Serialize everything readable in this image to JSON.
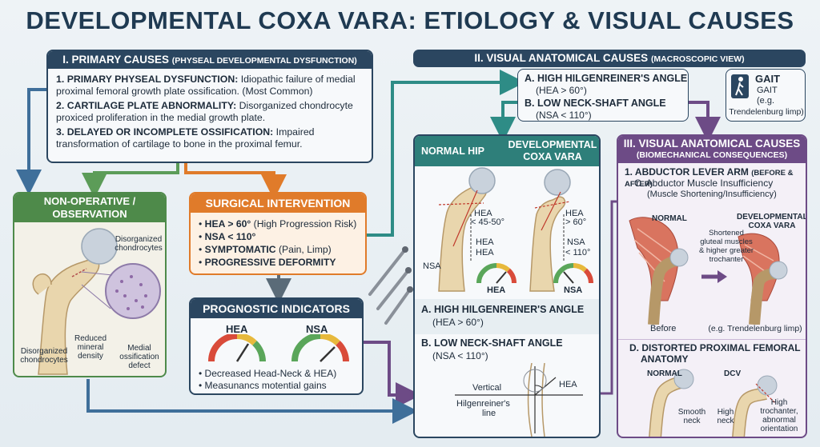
{
  "title": "DEVELOPMENTAL COXA VARA: ETIOLOGY & VISUAL CAUSES",
  "primary": {
    "header": "I. PRIMARY CAUSES",
    "header_sub": "(PHYSEAL DEVELOPMENTAL DYSFUNCTION)",
    "items": [
      {
        "num": "1.",
        "bold": "PRIMARY PHYSEAL DYSFUNCTION:",
        "text": " Idiopathic failure of medial proximal femoral growth plate ossification. (Most Common)"
      },
      {
        "num": "2.",
        "bold": "CARTILAGE PLATE ABNORMALITY:",
        "text": " Disorganized chondrocyte proxiced proliferation in the medial growth plate."
      },
      {
        "num": "3.",
        "bold": "DELAYED OR INCOMPLETE OSSIFICATION:",
        "text": " Impaired transformation of cartilage to bone in the proximal femur."
      }
    ]
  },
  "nonop": {
    "header_line1": "NON-OPERATIVE /",
    "header_line2": "OBSERVATION",
    "label_disorg1": "Disorganized chondrocytes",
    "label_disorg2": "Disorganized chondrocytes",
    "label_mineral": "Reduced mineral density",
    "label_medial": "Medial ossification defect"
  },
  "surgical": {
    "header": "SURGICAL INTERVENTION",
    "items": [
      {
        "bold": "HEA > 60°",
        "text": " (High Progression Risk)"
      },
      {
        "bold": "NSA < 110°",
        "text": ""
      },
      {
        "bold": "SYMPTOMATIC",
        "text": " (Pain, Limp)"
      },
      {
        "bold": "PROGRESSIVE DEFORMITY",
        "text": ""
      }
    ]
  },
  "prognostic": {
    "header": "PROGNOSTIC INDICATORS",
    "gauge1": "HEA",
    "gauge2": "NSA",
    "bullets": [
      "Decreased Head-Neck & HEA)",
      "Measunancs motential gains"
    ]
  },
  "visual": {
    "header": "II. VISUAL ANATOMICAL CAUSES",
    "header_sub": "(MACROSCOPIC VIEW)",
    "callout_a": "A. HIGH HILGENREINER'S ANGLE",
    "callout_a_sub": "(HEA > 60°)",
    "callout_b": "B. LOW NECK-SHAFT ANGLE",
    "callout_b_sub": "(NSA < 110°)",
    "gait_title": "GAIT",
    "gait_sub1": "GAIT",
    "gait_sub2": "(e.g.",
    "gait_sub3": "Trendelenburg limp)"
  },
  "middle": {
    "tab_normal": "NORMAL HIP",
    "tab_dcv_line1": "DEVELOPMENTAL",
    "tab_dcv_line2": "COXA VARA",
    "hea_normal_1": "HEA",
    "hea_normal_2": "< 45-50°",
    "hea_normal_3": "HEA",
    "hea_normal_4": "HEA",
    "nsa_left": "NSA",
    "hea_dcv_1": "HEA",
    "hea_dcv_2": "> 60°",
    "nsa_dcv_1": "NSA",
    "nsa_dcv_2": "< 110°",
    "gauge_hea": "HEA",
    "gauge_nsa": "NSA",
    "a_title": "A. HIGH HILGENREINER'S ANGLE",
    "a_sub": "(HEA > 60°)",
    "b_title": "B. LOW NECK-SHAFT ANGLE",
    "b_sub": "(NSA < 110°)",
    "vertical": "Vertical",
    "hilgen_line1": "Hilgenreiner's",
    "hilgen_line2": "line",
    "hea_small": "HEA"
  },
  "biomech": {
    "header": "III. VISUAL ANATOMICAL CAUSES",
    "header_sub": "(BIOMECHANICAL CONSEQUENCES)",
    "item1": "1. ABDUCTOR LEVER ARM",
    "item1_sub": "(BEFORE & AFTER)",
    "item_c": "C. Abductor Muscle Insufficiency",
    "item_c_sub": "(Muscle Shortening/Insufficiency)",
    "normal": "NORMAL",
    "dcv_line1": "DEVELOPMENTAL",
    "dcv_line2": "COXA VARA",
    "shortened": "Shortened gluteal muscles & higher greater trochanter",
    "before": "Before",
    "trend": "(e.g. Trendelenburg limp)",
    "item_d_line1": "D. DISTORTED PROXIMAL FEMORAL",
    "item_d_line2": "ANATOMY",
    "normal2": "NORMAL",
    "dcv": "DCV",
    "smooth": "Smooth neck",
    "high": "High neck",
    "high_troch": "High trochanter, abnormal orientation"
  },
  "colors": {
    "navy": "#2b4660",
    "green": "#4e8a4a",
    "orange": "#e07b2a",
    "purple": "#6d4b86",
    "teal": "#2e8c86",
    "bone": "#e9d6ad"
  }
}
